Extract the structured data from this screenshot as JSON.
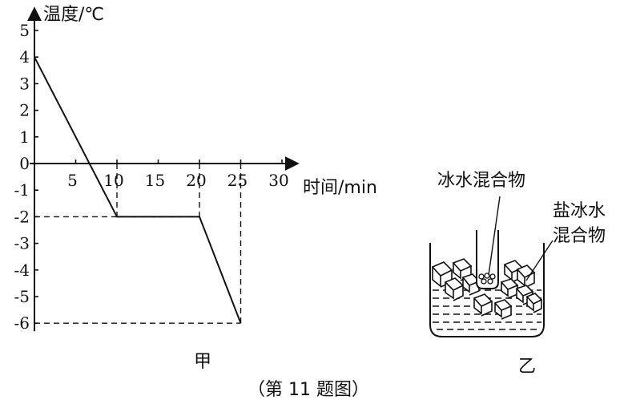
{
  "chart_data": {
    "type": "line",
    "ylabel": "温度/℃",
    "xlabel": "时间/min",
    "xlim": [
      0,
      30
    ],
    "ylim": [
      -6,
      5
    ],
    "xticks": [
      5,
      10,
      15,
      20,
      25,
      30
    ],
    "yticks": [
      5,
      4,
      3,
      2,
      1,
      0,
      -1,
      -2,
      -3,
      -4,
      -5,
      -6
    ],
    "ytick_labels": [
      "5",
      "4",
      "3",
      "2",
      "1",
      "0",
      "-1",
      "-2",
      "-3",
      "-4",
      "-5",
      "-6"
    ],
    "series": [
      {
        "x": [
          0,
          10,
          20,
          25
        ],
        "y": [
          4,
          -2,
          -2,
          -6
        ]
      }
    ],
    "guides": [
      {
        "x": 10,
        "y": -2
      },
      {
        "x": 20,
        "y": -2
      },
      {
        "x": 25,
        "y": -6
      }
    ],
    "grid": false
  },
  "figure": {
    "label_jia": "甲",
    "label_yi": "乙",
    "caption": "（第 11 题图）",
    "beaker_label_1": "冰水混合物",
    "beaker_label_2_line1": "盐冰水",
    "beaker_label_2_line2": "混合物"
  }
}
